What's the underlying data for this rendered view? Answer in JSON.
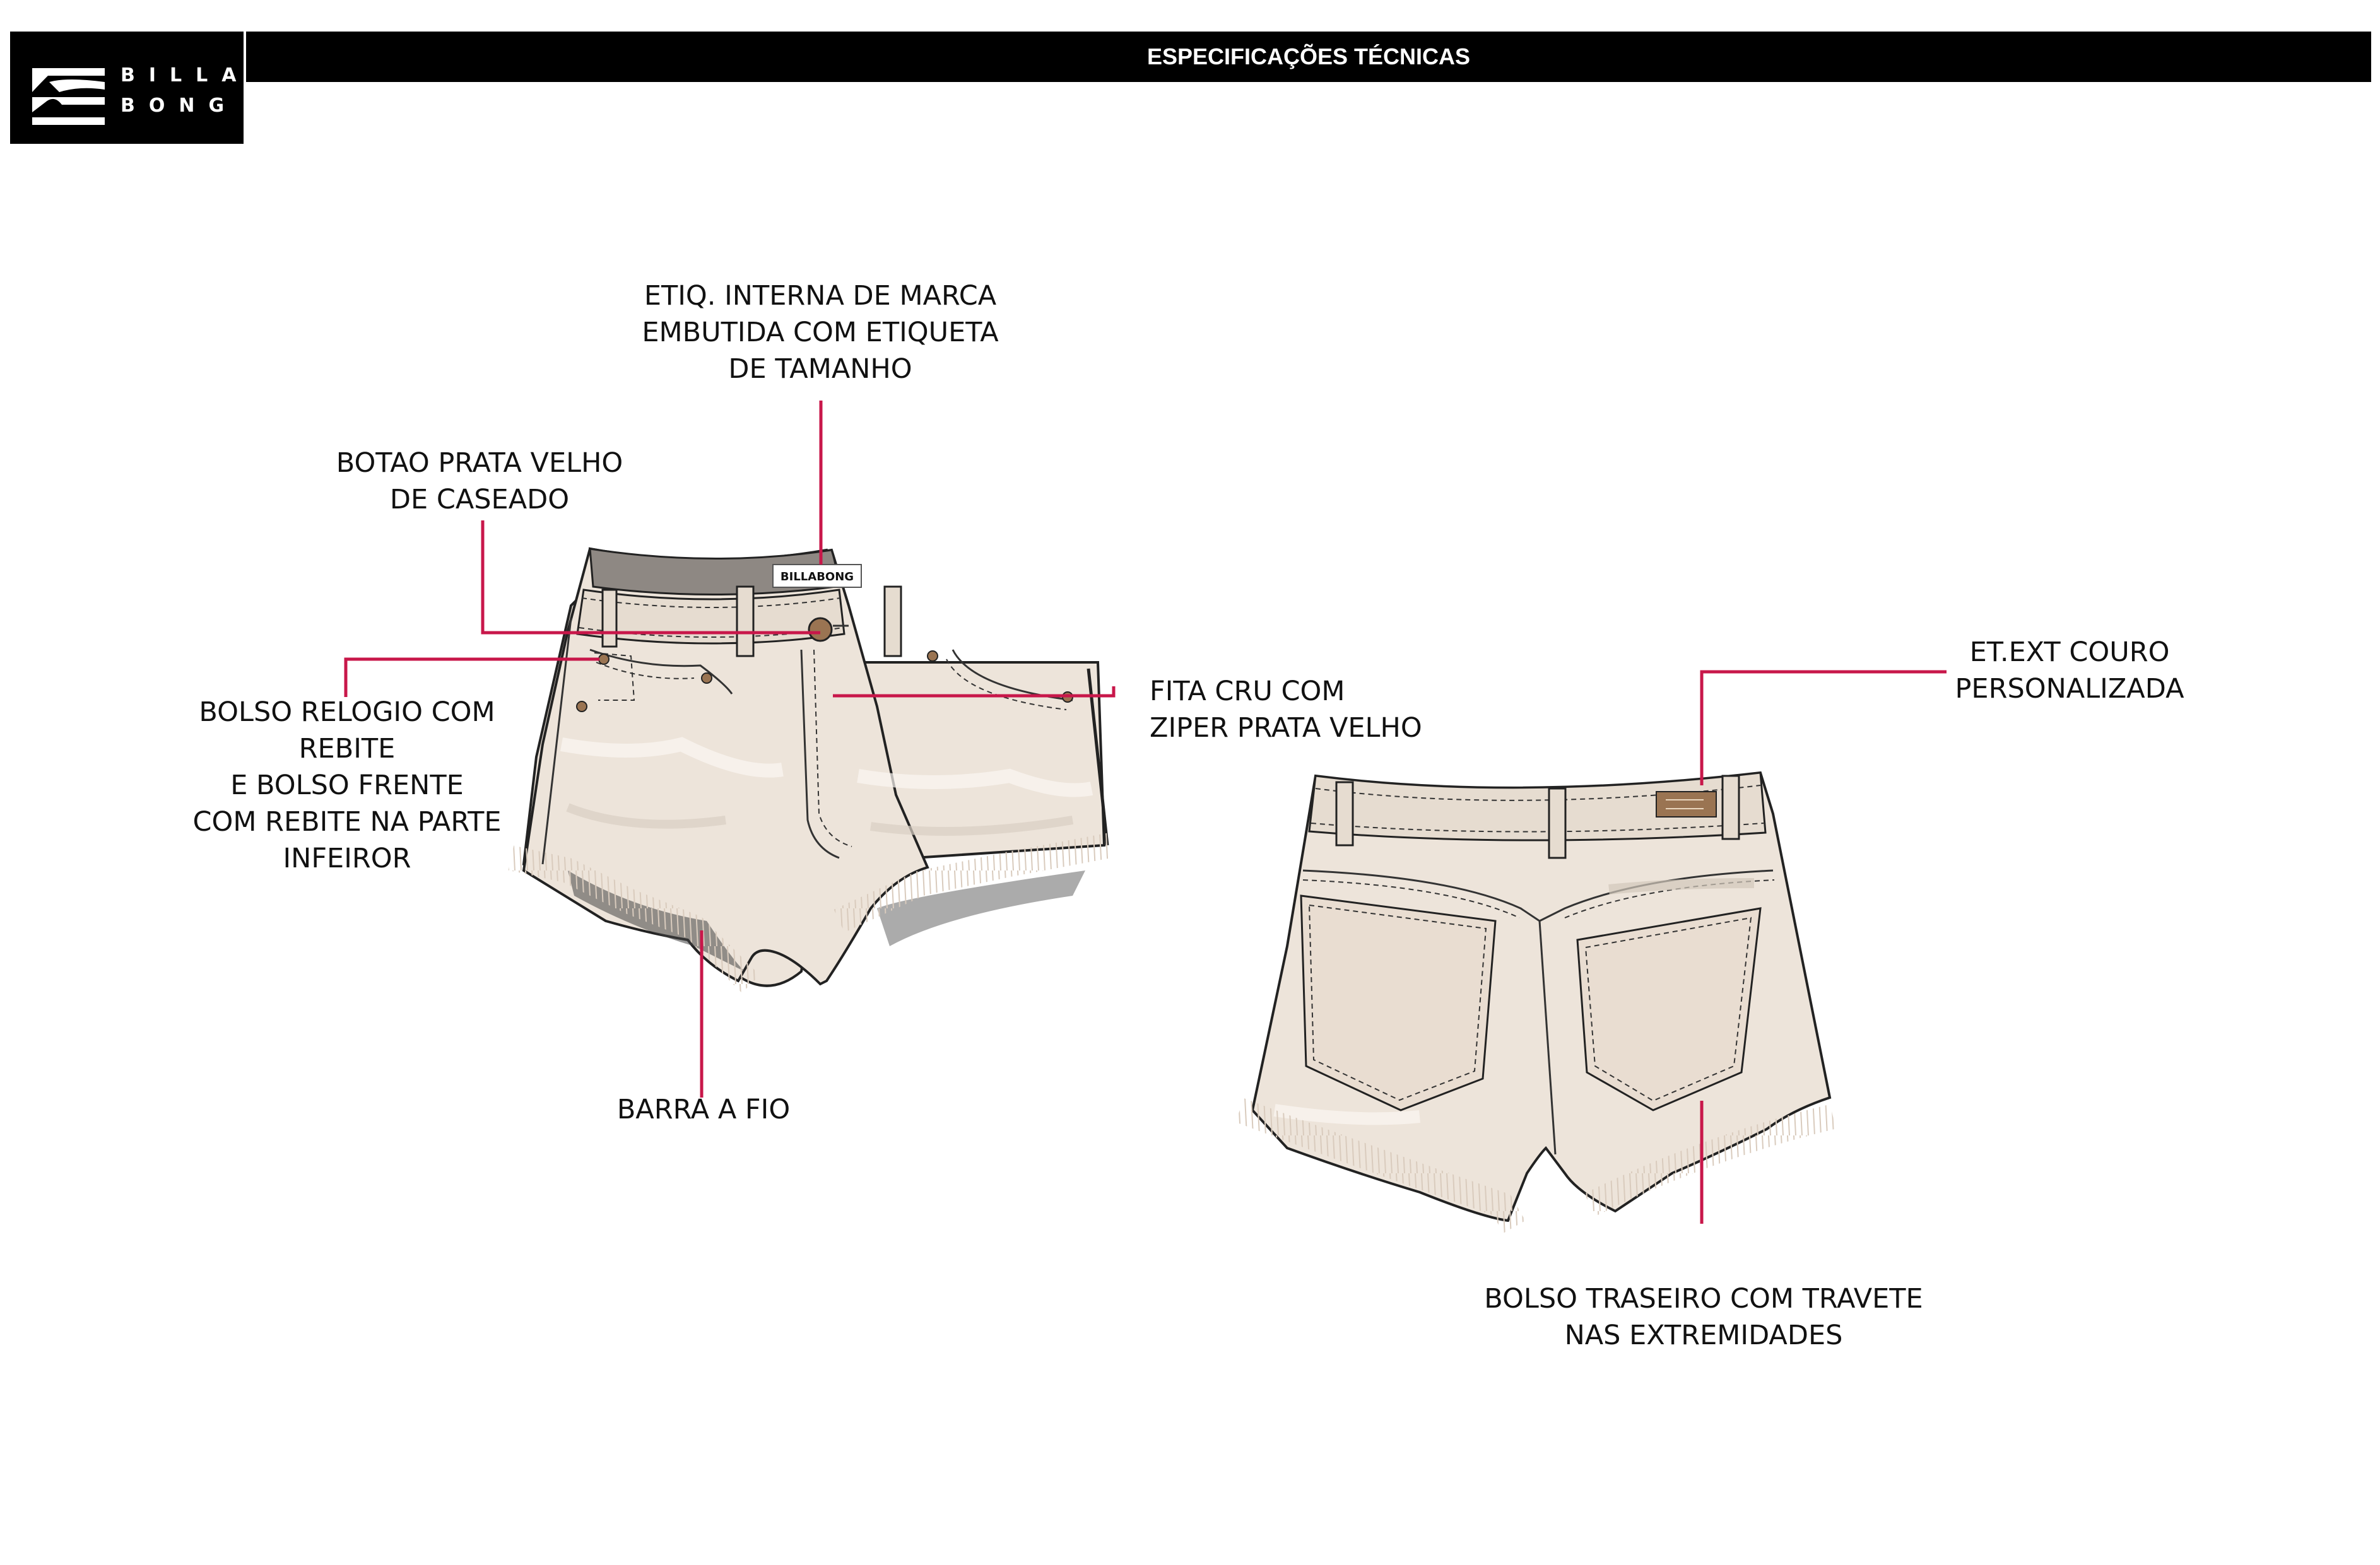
{
  "header": {
    "brand_line1": "BILLA",
    "brand_line2": "BONG",
    "title": "ESPECIFICAÇÕES TÉCNICAS"
  },
  "labels": {
    "etiq_interna": [
      "ETIQ. INTERNA DE MARCA",
      "EMBUTIDA COM ETIQUETA",
      "DE TAMANHO"
    ],
    "botao": [
      "BOTAO PRATA VELHO",
      "DE CASEADO"
    ],
    "bolso_relogio": [
      "BOLSO RELOGIO COM",
      "REBITE",
      "E BOLSO FRENTE",
      "COM REBITE NA PARTE",
      "INFEIROR"
    ],
    "fita": [
      "FITA CRU COM",
      "ZIPER PRATA VELHO"
    ],
    "barra": [
      "BARRA A FIO"
    ],
    "et_ext": [
      "ET.EXT COURO",
      "PERSONALIZADA"
    ],
    "bolso_traseiro": [
      "BOLSO TRASEIRO COM TRAVETE",
      "NAS EXTREMIDADES"
    ]
  },
  "inner_tag_text": "BILLABONG",
  "colors": {
    "callout_line": "#c8174a",
    "denim": "#ede4da",
    "denim_shadow": "#d9cfc3",
    "waistband_inside": "#8e8883",
    "leather_patch": "#9a7452"
  }
}
